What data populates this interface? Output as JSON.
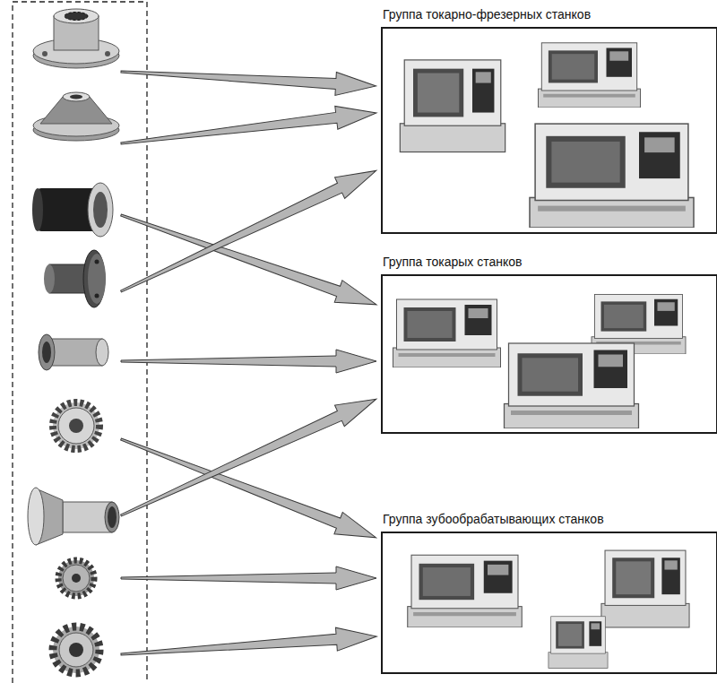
{
  "diagram": {
    "nodes": [
      {
        "text": [
          "Группа токарно-фрезерных станков"
        ]
      },
      {
        "text": [
          "Группа токарых станков"
        ]
      },
      {
        "text": [
          "Группа зубообрабатывающих станков"
        ]
      }
    ]
  }
}
